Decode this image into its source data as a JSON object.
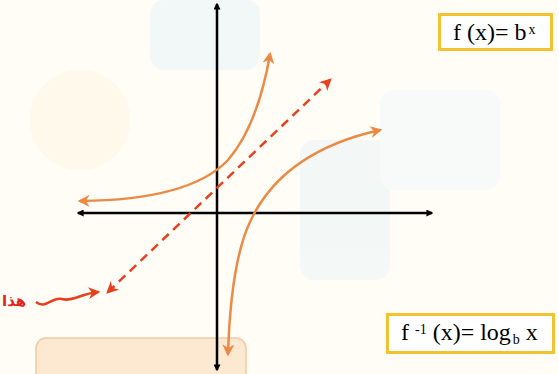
{
  "diagram": {
    "nodes": [
      {
        "text": [
          "f (x)= b",
          "x"
        ]
      },
      {
        "text": [
          "f",
          "-1",
          "(x)= log",
          "b",
          "x"
        ]
      }
    ],
    "edges": [],
    "labels": [
      "هذا"
    ]
  }
}
